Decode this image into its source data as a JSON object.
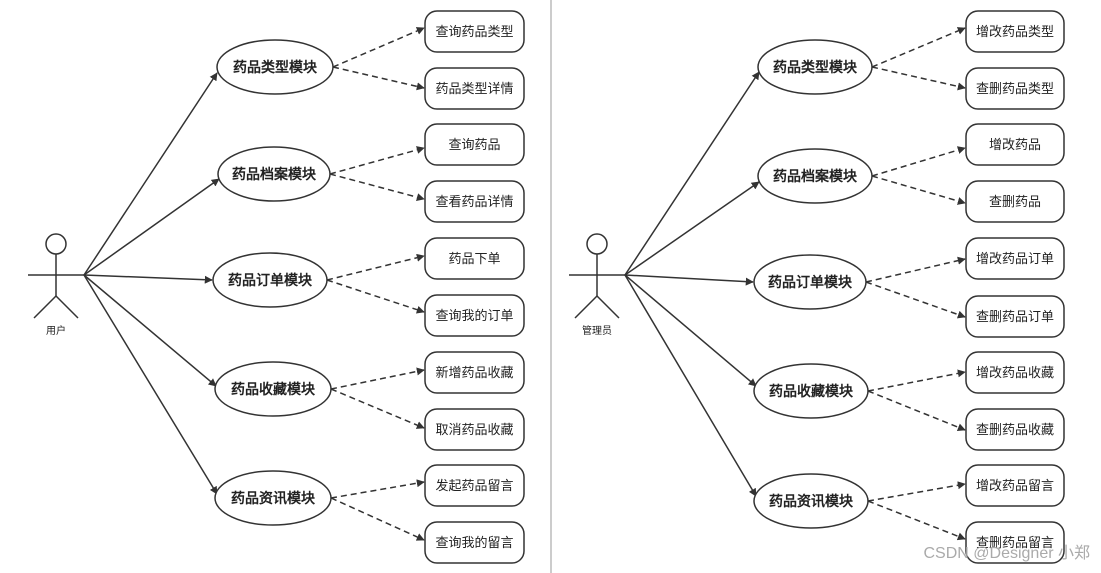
{
  "colors": {
    "stroke": "#333333",
    "divider": "#cccccc",
    "watermark": "#aaaaaa",
    "background": "#ffffff"
  },
  "left": {
    "actor": "用户",
    "modules": [
      {
        "label": "药品类型模块",
        "items": [
          "查询药品类型",
          "药品类型详情"
        ]
      },
      {
        "label": "药品档案模块",
        "items": [
          "查询药品",
          "查看药品详情"
        ]
      },
      {
        "label": "药品订单模块",
        "items": [
          "药品下单",
          "查询我的订单"
        ]
      },
      {
        "label": "药品收藏模块",
        "items": [
          "新增药品收藏",
          "取消药品收藏"
        ]
      },
      {
        "label": "药品资讯模块",
        "items": [
          "发起药品留言",
          "查询我的留言"
        ]
      }
    ]
  },
  "right": {
    "actor": "管理员",
    "modules": [
      {
        "label": "药品类型模块",
        "items": [
          "增改药品类型",
          "查删药品类型"
        ]
      },
      {
        "label": "药品档案模块",
        "items": [
          "增改药品",
          "查删药品"
        ]
      },
      {
        "label": "药品订单模块",
        "items": [
          "增改药品订单",
          "查删药品订单"
        ]
      },
      {
        "label": "药品收藏模块",
        "items": [
          "增改药品收藏",
          "查删药品收藏"
        ]
      },
      {
        "label": "药品资讯模块",
        "items": [
          "增改药品留言",
          "查删药品留言"
        ]
      }
    ]
  },
  "watermark": "CSDN @Designer 小郑"
}
